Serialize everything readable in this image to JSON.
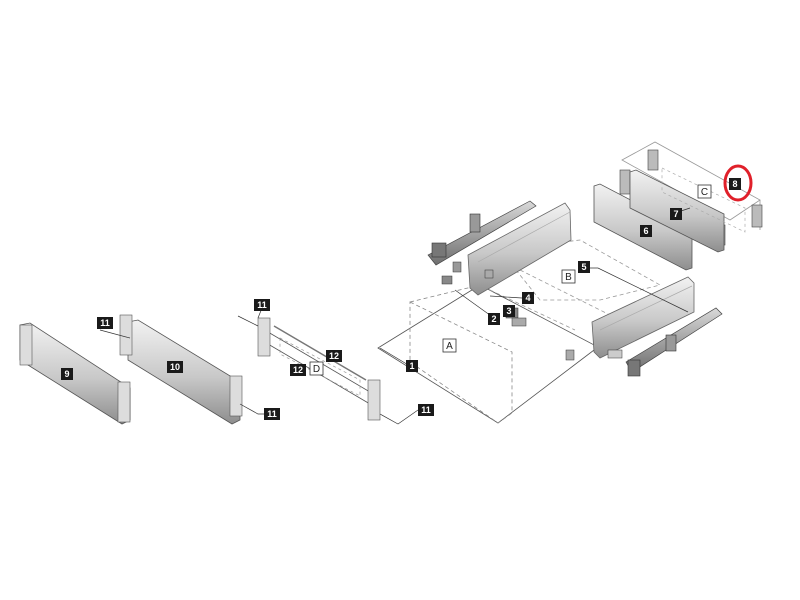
{
  "diagram": {
    "callouts": {
      "c1": "1",
      "c2": "2",
      "c3": "3",
      "c4": "4",
      "c5": "5",
      "c6": "6",
      "c7": "7",
      "c8": "8",
      "c9": "9",
      "c10": "10",
      "c11a": "11",
      "c11b": "11",
      "c11c": "11",
      "c11d": "11",
      "c12a": "12",
      "c12b": "12"
    },
    "zones": {
      "A": "A",
      "B": "B",
      "C": "C",
      "D": "D"
    },
    "highlight": {
      "target": "8",
      "color": "#e0202a"
    },
    "colors": {
      "callout_fill": "#1a1a1a",
      "callout_text": "#ffffff",
      "line": "#333333",
      "panel_light": "#e6e6e6",
      "panel_dark": "#8c8c8c"
    }
  }
}
